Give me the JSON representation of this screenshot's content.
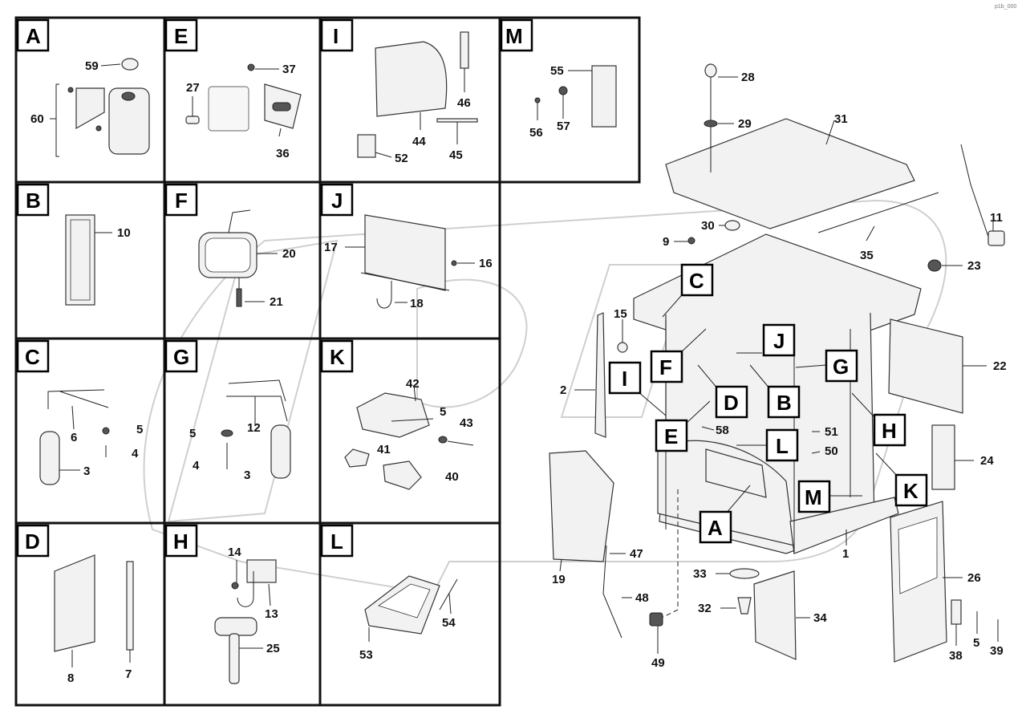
{
  "corner_code": "p1b_000",
  "grid_cells": [
    {
      "letter": "A",
      "parts": [
        "59",
        "60"
      ]
    },
    {
      "letter": "E",
      "parts": [
        "37",
        "27",
        "36"
      ]
    },
    {
      "letter": "I",
      "parts": [
        "46",
        "44",
        "45",
        "52"
      ]
    },
    {
      "letter": "M",
      "parts": [
        "55",
        "56",
        "57"
      ]
    },
    {
      "letter": "B",
      "parts": [
        "10"
      ]
    },
    {
      "letter": "F",
      "parts": [
        "20",
        "21"
      ]
    },
    {
      "letter": "J",
      "parts": [
        "17",
        "16",
        "18"
      ]
    },
    {
      "letter": "C",
      "parts": [
        "6",
        "5",
        "4",
        "3"
      ]
    },
    {
      "letter": "G",
      "parts": [
        "12",
        "5",
        "4",
        "3"
      ]
    },
    {
      "letter": "K",
      "parts": [
        "42",
        "5",
        "43",
        "41",
        "40"
      ]
    },
    {
      "letter": "D",
      "parts": [
        "8",
        "7"
      ]
    },
    {
      "letter": "H",
      "parts": [
        "14",
        "13",
        "25"
      ]
    },
    {
      "letter": "L",
      "parts": [
        "54",
        "53"
      ]
    }
  ],
  "main_callouts": [
    "C",
    "J",
    "I",
    "F",
    "G",
    "D",
    "B",
    "E",
    "L",
    "H",
    "M",
    "K",
    "A"
  ],
  "main_parts": [
    "28",
    "29",
    "31",
    "11",
    "30",
    "9",
    "35",
    "23",
    "15",
    "2",
    "22",
    "58",
    "51",
    "50",
    "24",
    "19",
    "47",
    "1",
    "33",
    "48",
    "26",
    "32",
    "34",
    "49",
    "38",
    "5",
    "39"
  ]
}
